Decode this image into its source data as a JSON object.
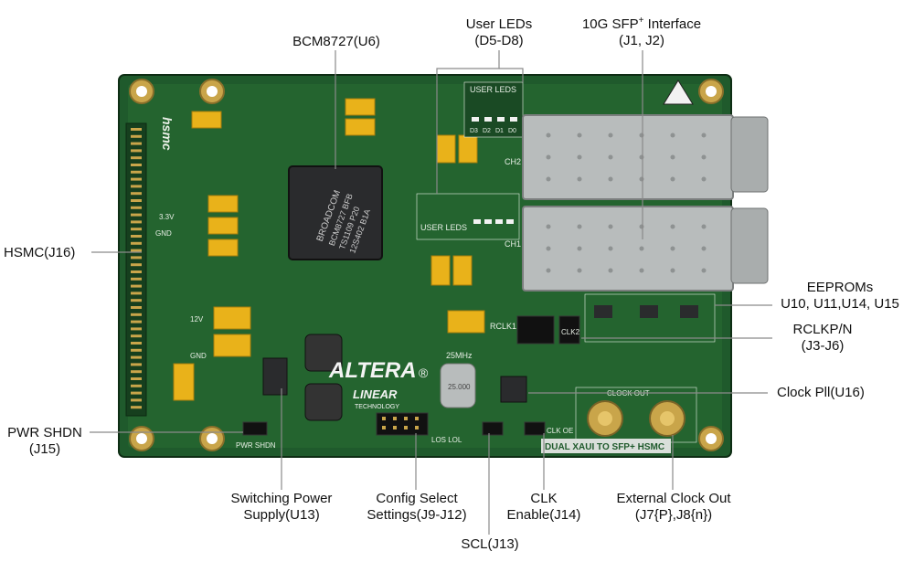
{
  "callouts": {
    "bcm": {
      "line1": "BCM8727(U6)"
    },
    "leds": {
      "line1": "User LEDs",
      "line2": "(D5-D8)"
    },
    "sfp": {
      "line1a": "10G SFP",
      "sup": "+",
      "line1b": " Interface",
      "line2": "(J1, J2)"
    },
    "hsmc": {
      "line1": "HSMC(J16)"
    },
    "eeprom": {
      "line1": "EEPROMs",
      "line2": "U10, U11,U14, U15"
    },
    "rclk": {
      "line1": "RCLKP/N",
      "line2": "(J3-J6)"
    },
    "pll": {
      "line1": "Clock Pll(U16)"
    },
    "pwr": {
      "line1": "PWR SHDN",
      "line2": "(J15)"
    },
    "switching": {
      "line1": "Switching Power",
      "line2": "Supply(U13)"
    },
    "config": {
      "line1": "Config Select",
      "line2": "Settings(J9-J12)"
    },
    "clk": {
      "line1": "CLK",
      "line2": "Enable(J14)"
    },
    "extclk": {
      "line1": "External Clock Out",
      "line2": "(J7{P},J8{n})"
    },
    "scl": {
      "line1": "SCL(J13)"
    }
  },
  "board": {
    "brand": "ALTERA",
    "brand_mark": "®",
    "linear": "LINEAR",
    "linear_sub": "TECHNOLOGY",
    "chip_brand": "BROADCOM",
    "chip_part": "BCM8727 BFB",
    "chip_line2": "TS1109 P20",
    "chip_line3": "12S402 B1A",
    "hsmc_logo": "hsmc",
    "user_leds_top": "USER LEDS",
    "user_leds_mid": "USER LEDS",
    "led_digits": [
      "D3",
      "D2",
      "D1",
      "D0"
    ],
    "ch2": "CH2",
    "ch1": "CH1",
    "clock_out": "CLOCK OUT",
    "clk_oe": "CLK OE",
    "los_lol": "LOS LOL",
    "pwr_shdn": "PWR SHDN",
    "rclk1": "RCLK1",
    "clk2": "CLK2",
    "mhz": "25MHz",
    "volt_3v": "3.3V",
    "volt_12v": "12V",
    "gnd1": "GND",
    "gnd2": "GND",
    "dual_label": "DUAL XAUI TO SFP+ HSMC",
    "crystal": "25.000"
  },
  "colors": {
    "pcb": "#1f5a2c",
    "pcb_dark": "#143f1d",
    "silk": "#e8efe6",
    "gold": "#c9a54a",
    "tantalum": "#e9b21a",
    "cage": "#b8bcbc",
    "line": "#8a8a8a"
  }
}
